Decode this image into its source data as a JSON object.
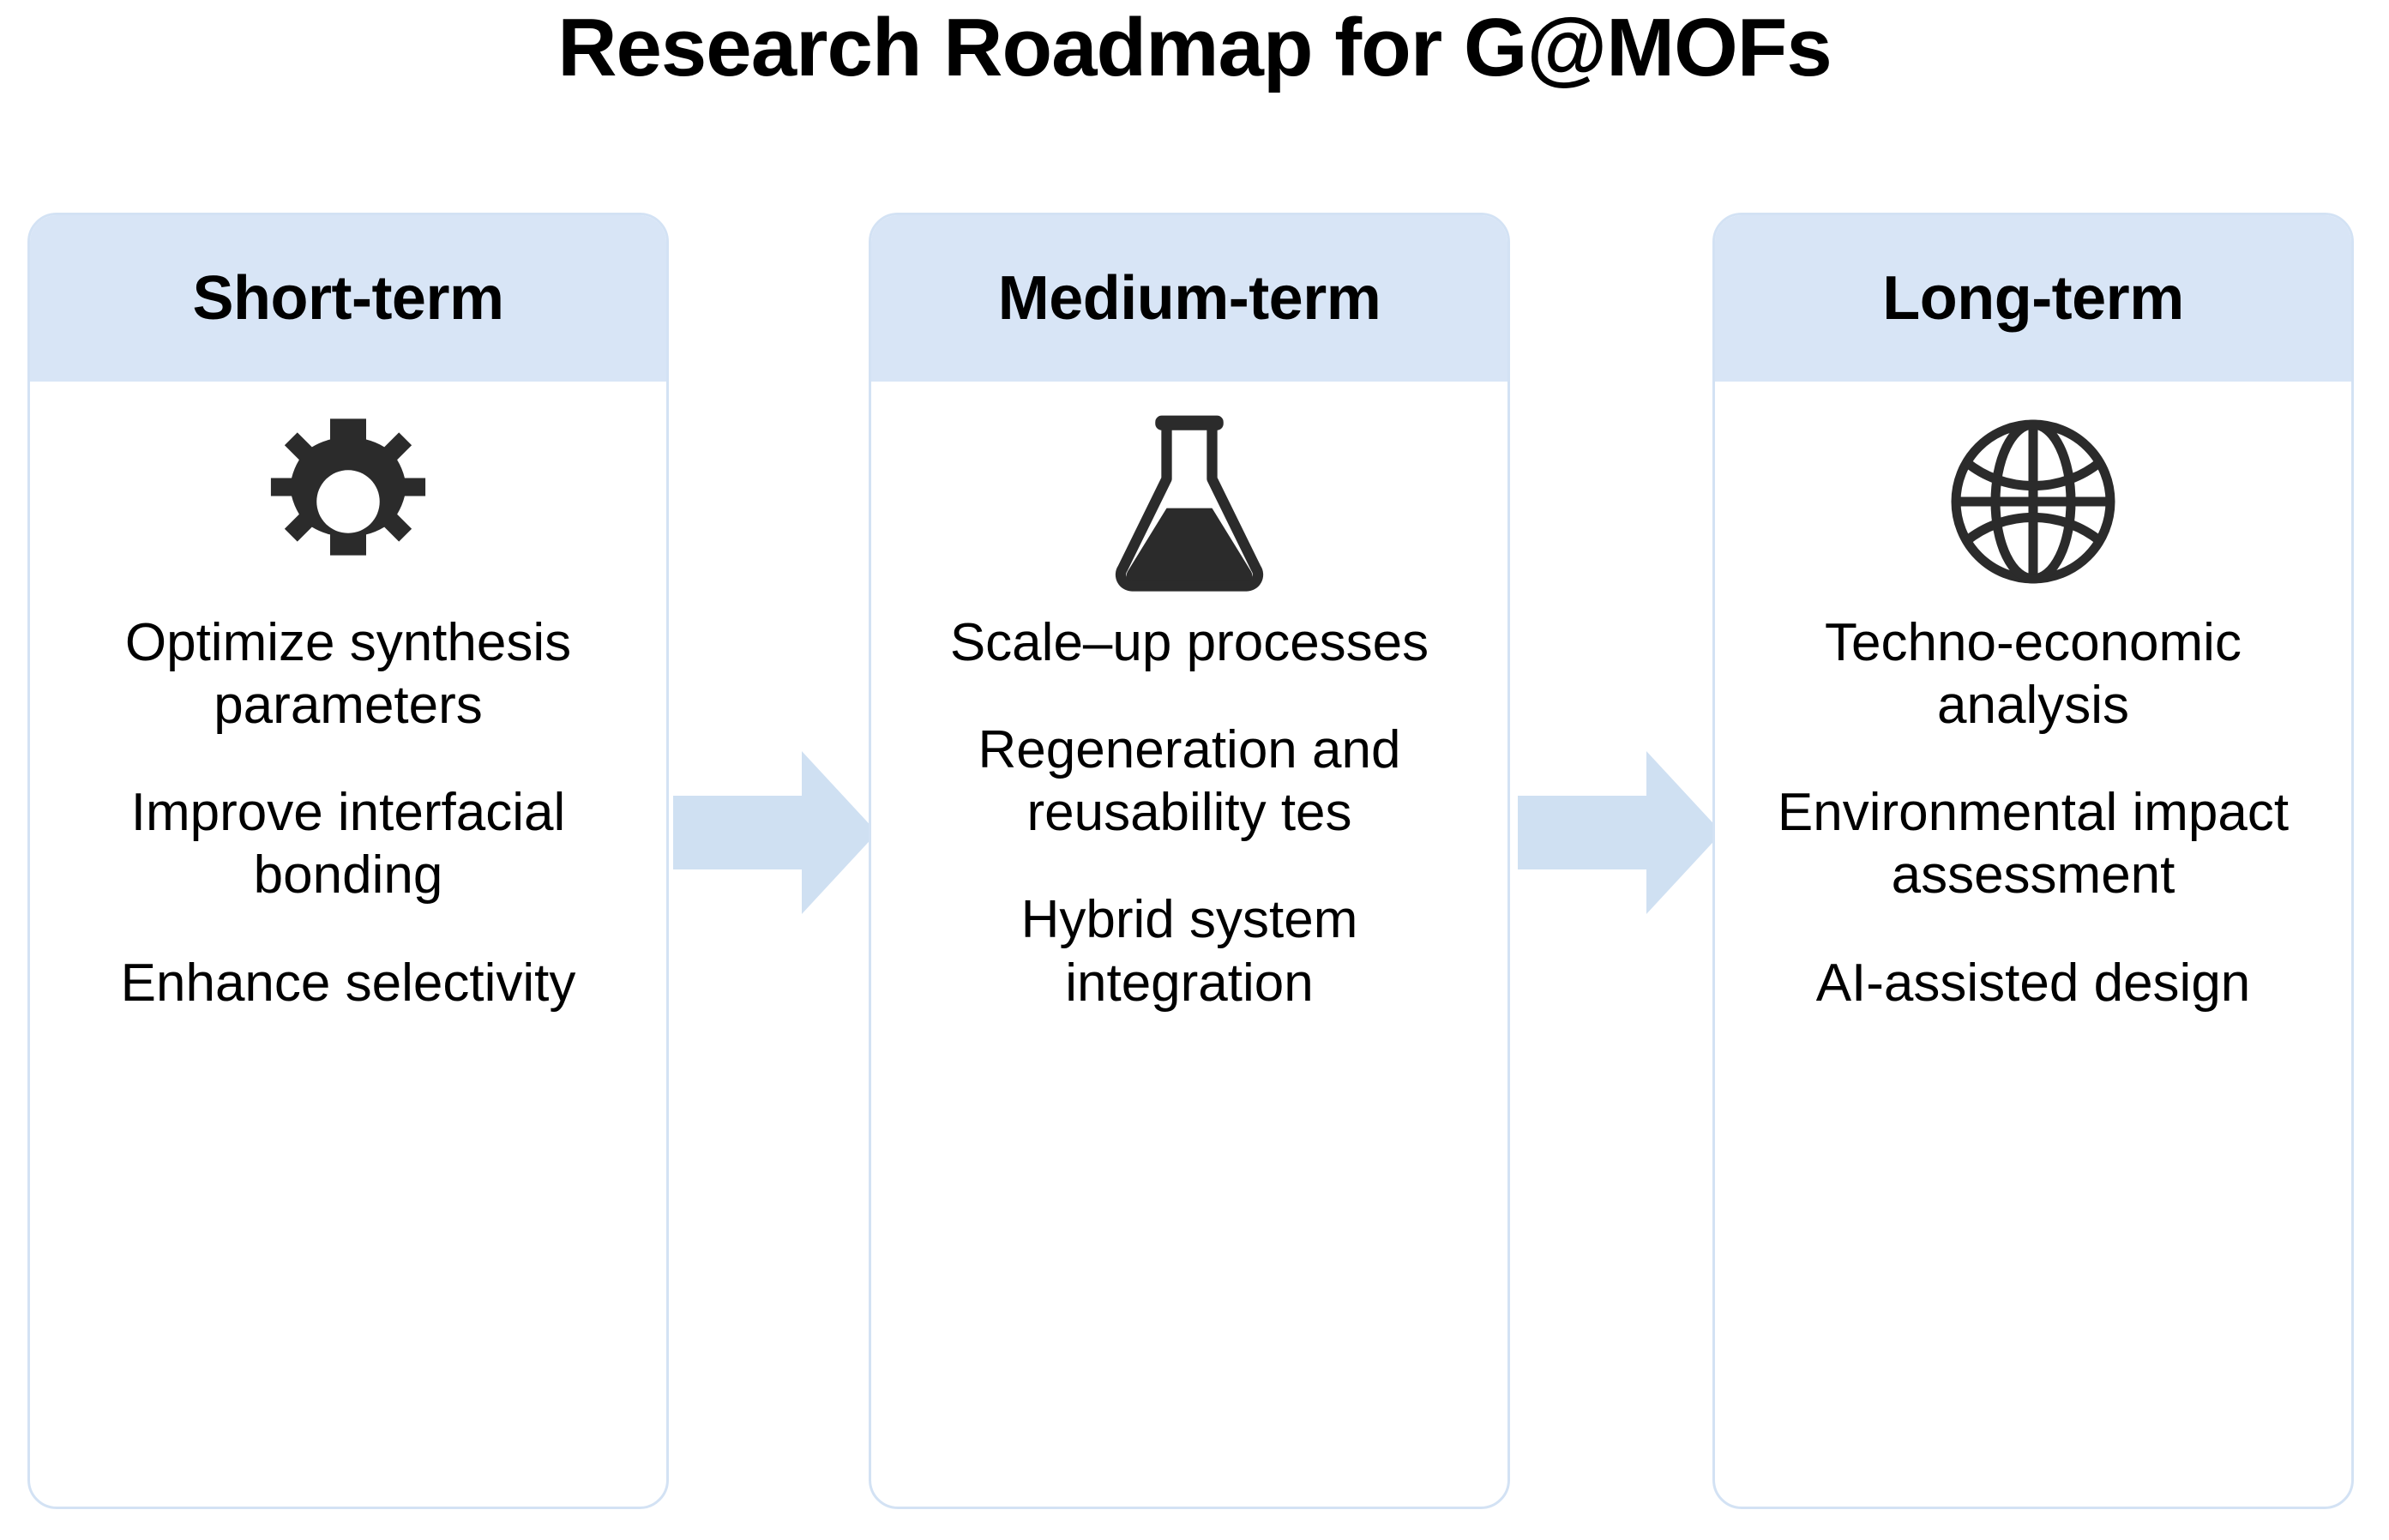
{
  "title": "Research Roadmap for G@MOFs",
  "colors": {
    "header_blue": "#d8e5f6",
    "card_border": "#d3e2f4",
    "arrow_blue": "#cfe0f2",
    "icon_dark": "#2b2b2b",
    "text": "#000000",
    "background": "#ffffff"
  },
  "cards": [
    {
      "header": "Short-term",
      "icon": "gear-icon",
      "items": [
        "Optimize synthesis parameters",
        "Improve interfacial bonding",
        "Enhance selectivity"
      ]
    },
    {
      "header": "Medium-term",
      "icon": "flask-icon",
      "items": [
        "Scale–up processes",
        "Regeneration and reusability tes",
        "Hybrid system integration"
      ]
    },
    {
      "header": "Long-term",
      "icon": "globe-icon",
      "items": [
        "Techno-economic analysis",
        "Environmental impact assessment",
        "AI-assisted design"
      ]
    }
  ],
  "arrows": [
    {
      "name": "arrow-short-to-medium",
      "direction": "right"
    },
    {
      "name": "arrow-medium-to-long",
      "direction": "right"
    }
  ]
}
